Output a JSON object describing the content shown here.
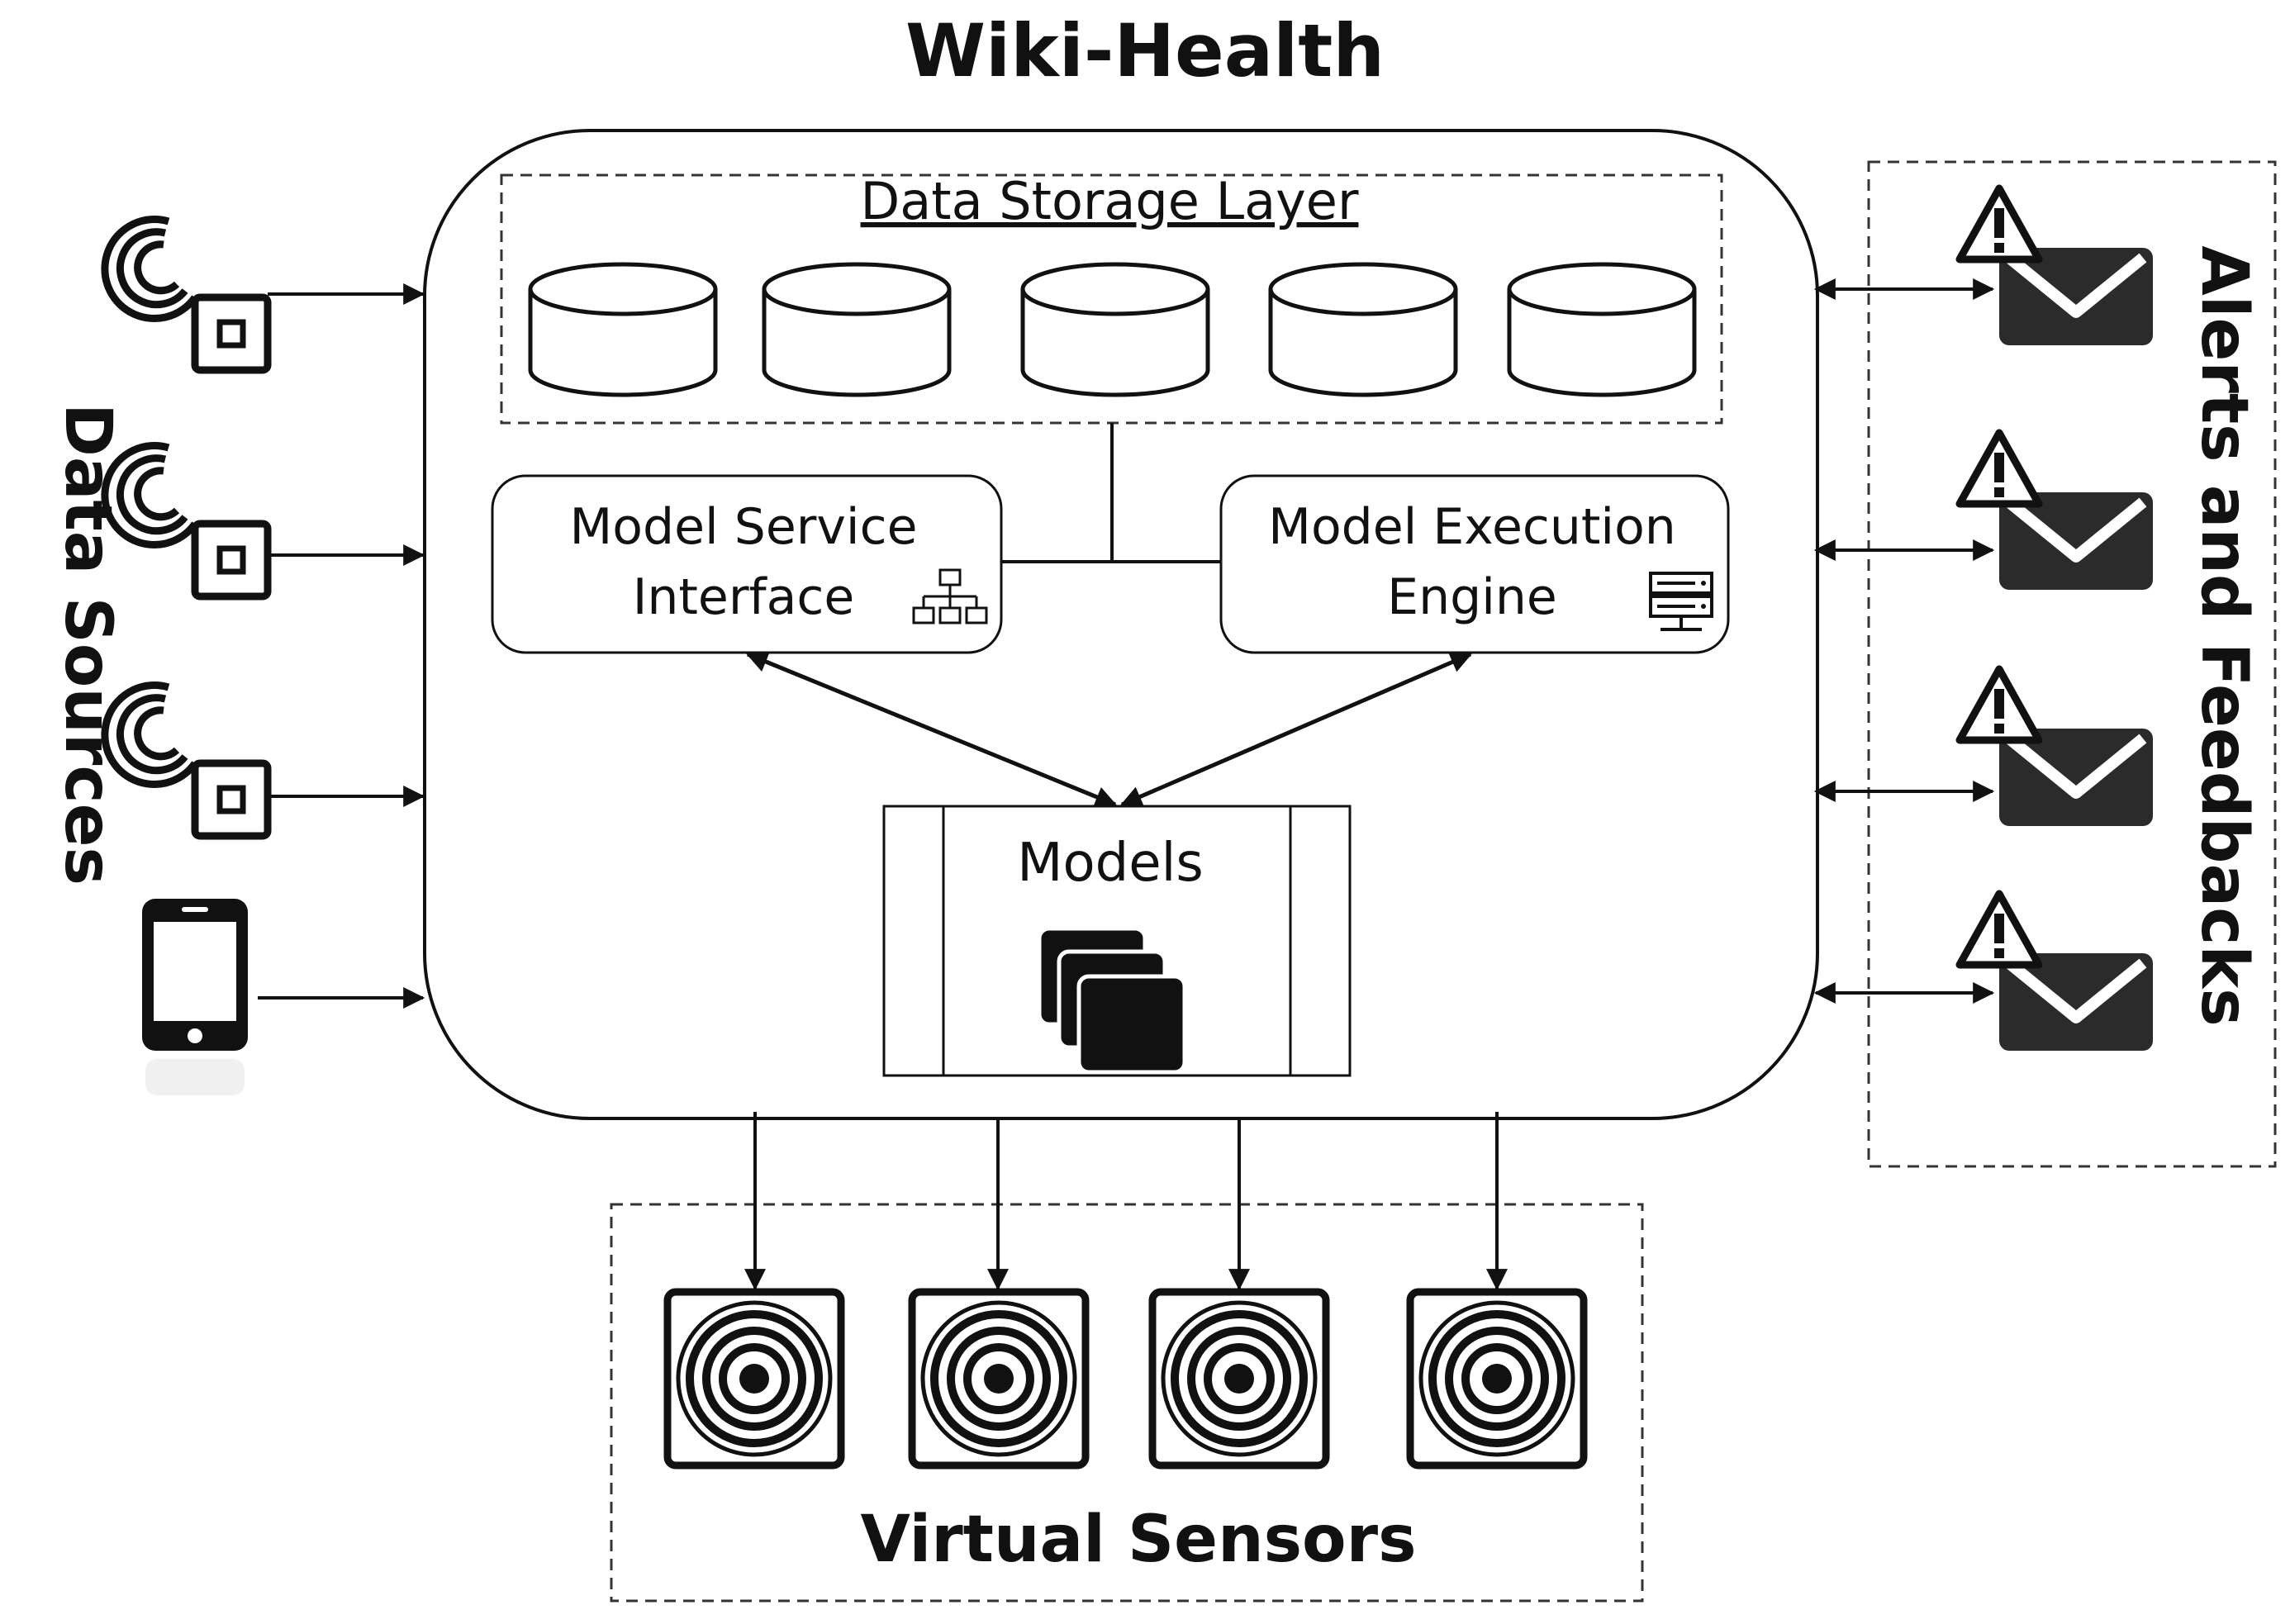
{
  "title": "Wiki-Health",
  "data_sources": {
    "label": "Data Sources",
    "items": [
      {
        "icon": "wireless-sensor-icon"
      },
      {
        "icon": "wireless-sensor-icon"
      },
      {
        "icon": "wireless-sensor-icon"
      },
      {
        "icon": "smartphone-icon"
      }
    ]
  },
  "storage": {
    "label": "Data Storage Layer",
    "databases": 5,
    "icon": "database-icon"
  },
  "model_service_interface": {
    "line1": "Model Service",
    "line2": "Interface",
    "icon": "hierarchy-icon"
  },
  "model_execution_engine": {
    "line1": "Model Execution",
    "line2": "Engine",
    "icon": "server-icon"
  },
  "models": {
    "label": "Models",
    "icon": "stacked-models-icon"
  },
  "alerts": {
    "label": "Alerts and Feedbacks",
    "items": [
      {
        "icon": "alert-mail-icon"
      },
      {
        "icon": "alert-mail-icon"
      },
      {
        "icon": "alert-mail-icon"
      },
      {
        "icon": "alert-mail-icon"
      }
    ]
  },
  "virtual_sensors": {
    "label": "Virtual Sensors",
    "items": [
      {
        "icon": "virtual-sensor-icon"
      },
      {
        "icon": "virtual-sensor-icon"
      },
      {
        "icon": "virtual-sensor-icon"
      },
      {
        "icon": "virtual-sensor-icon"
      }
    ]
  },
  "colors": {
    "stroke": "#111111",
    "icon_dark": "#2b2b2b",
    "background": "#ffffff"
  }
}
